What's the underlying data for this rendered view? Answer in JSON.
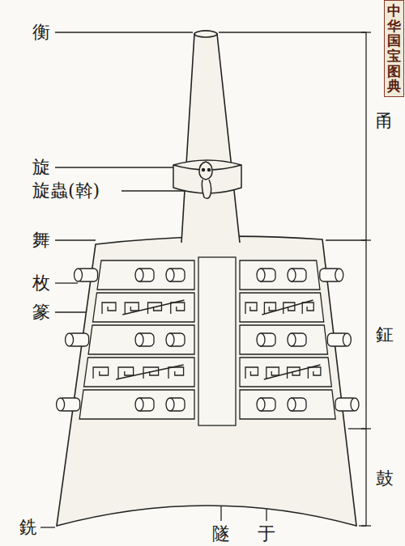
{
  "diagram": {
    "labels": [
      "中华国宝图典",
      "衡",
      "旋",
      "旋蟲(斡)",
      "舞",
      "枚",
      "篆",
      "甬",
      "鉦",
      "鼓",
      "銑",
      "隧",
      "于"
    ]
  }
}
